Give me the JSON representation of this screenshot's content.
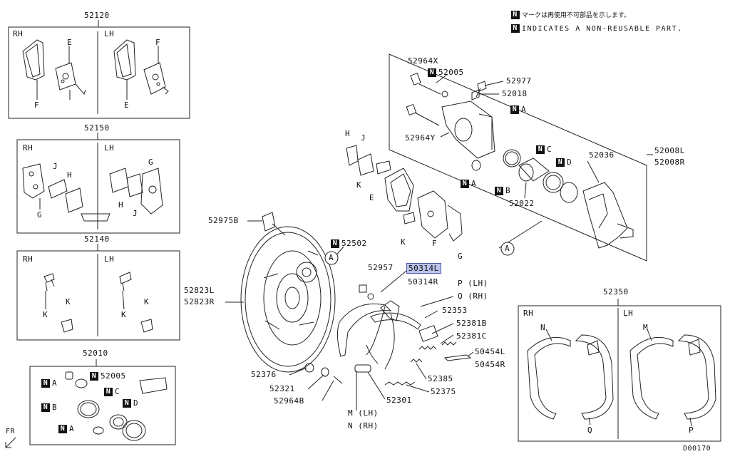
{
  "legend": {
    "mark": "N",
    "jp_text": "マークは再使用不可部品を示します。",
    "en_text": "INDICATES A NON-REUSABLE PART."
  },
  "kits": [
    {
      "number": "52120",
      "side_labels": [
        "RH",
        "LH"
      ],
      "callouts": [
        "E",
        "F",
        "F",
        "E"
      ]
    },
    {
      "number": "52150",
      "side_labels": [
        "RH",
        "LH"
      ],
      "callouts": [
        "J",
        "H",
        "G",
        "H",
        "J",
        "G"
      ]
    },
    {
      "number": "52140",
      "side_labels": [
        "RH",
        "LH"
      ],
      "callouts": [
        "K",
        "K",
        "K",
        "K"
      ]
    },
    {
      "number": "52010",
      "callouts": [
        "52005",
        "A",
        "C",
        "B",
        "D",
        "A"
      ]
    }
  ],
  "caliper_assembly": {
    "outer_labels": [
      "52008L",
      "52008R"
    ],
    "callouts": [
      "52964X",
      "52005",
      "52977",
      "52018",
      "A",
      "52964Y",
      "C",
      "D",
      "52036",
      "A",
      "B",
      "52022"
    ]
  },
  "main_callouts": {
    "backing_plate_bolt": "52975B",
    "disc_l": "52823L",
    "disc_r": "52823R",
    "n_part": "52502",
    "circle_a": "A",
    "part_52957": "52957",
    "highlighted_part": "50314L",
    "part_50314r": "50314R",
    "p_lh": "P (LH)",
    "q_rh": "Q (RH)",
    "part_52353": "52353",
    "part_52381b": "52381B",
    "part_52381c": "52381C",
    "part_50454l": "50454L",
    "part_50454r": "50454R",
    "part_52385": "52385",
    "part_52375": "52375",
    "part_52301": "52301",
    "part_52376": "52376",
    "part_52321": "52321",
    "part_52964b": "52964B",
    "m_lh": "M (LH)",
    "n_rh": "N (RH)",
    "pad_labels": [
      "H",
      "J",
      "K",
      "E",
      "F",
      "G",
      "K"
    ]
  },
  "shoe_kit": {
    "number": "52350",
    "side_labels": [
      "RH",
      "LH"
    ],
    "callouts": [
      "N",
      "Q",
      "M",
      "P"
    ]
  },
  "footer": {
    "front_label": "FR",
    "diagram_code": "D00170"
  }
}
